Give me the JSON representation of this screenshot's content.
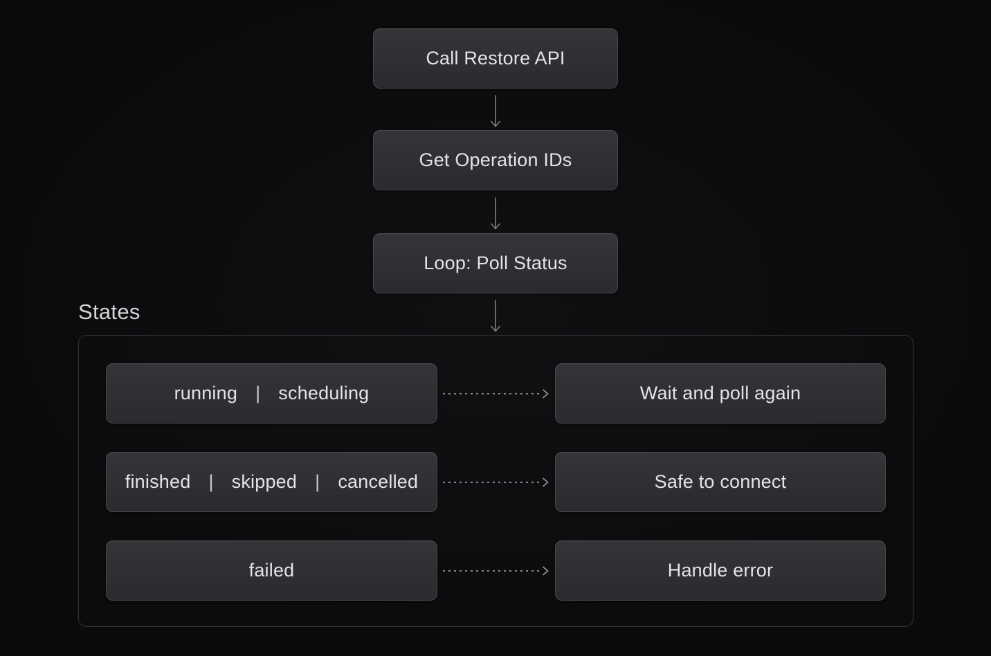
{
  "flow": {
    "steps": [
      {
        "id": "call-restore-api",
        "label": "Call Restore API"
      },
      {
        "id": "get-operation-ids",
        "label": "Get Operation IDs"
      },
      {
        "id": "loop-poll-status",
        "label": "Loop: Poll Status"
      }
    ]
  },
  "states_section": {
    "title": "States",
    "divider": "|",
    "rows": [
      {
        "states": [
          "running",
          "scheduling"
        ],
        "outcome": "Wait and poll again"
      },
      {
        "states": [
          "finished",
          "skipped",
          "cancelled"
        ],
        "outcome": "Safe to connect"
      },
      {
        "states": [
          "failed"
        ],
        "outcome": "Handle error"
      }
    ]
  },
  "colors": {
    "background": "#0c0c0d",
    "node_background_top": "#343439",
    "node_background_bottom": "#2a2a2f",
    "node_border": "#47474e",
    "node_text": "#e4e4e8",
    "container_border": "#34343a",
    "section_title_text": "#d6d6da",
    "solid_arrow": "#7d7d83",
    "dashed_arrow": "#98989d"
  },
  "icons": {
    "down_arrow": "arrow pointing down connecting flow steps",
    "dashed_right_arrow": "dashed arrow pointing right connecting state to outcome"
  }
}
